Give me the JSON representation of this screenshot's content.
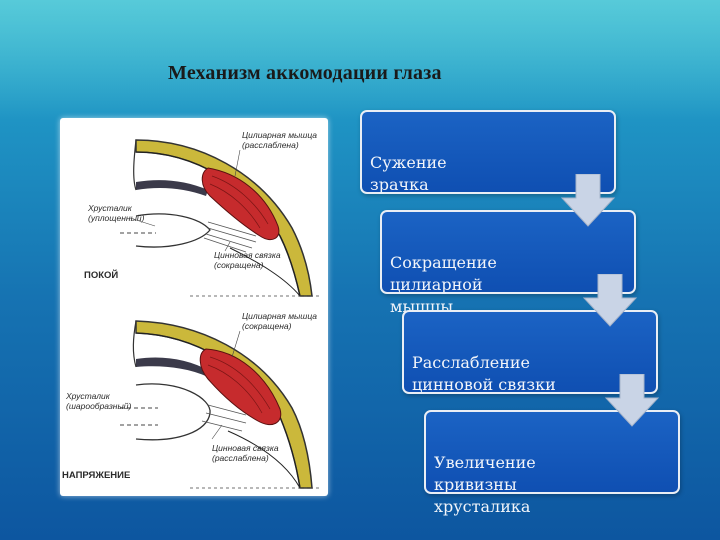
{
  "title": "Механизм аккомодации глаза",
  "figure": {
    "top": {
      "muscle_label": "Цилиарная мышца\n(расслаблена)",
      "lens_label": "Хрусталик\n(уплощенный)",
      "ligament_label": "Цинновая связка\n(сокращена)",
      "state": "ПОКОЙ"
    },
    "bottom": {
      "muscle_label": "Цилиарная мышца\n(сокращена)",
      "lens_label": "Хрусталик\n(шарообразный)",
      "ligament_label": "Цинновая связка\n(расслаблена)",
      "state": "НАПРЯЖЕНИЕ"
    }
  },
  "steps": [
    {
      "text": "Сужение\nзрачка"
    },
    {
      "text": "Сокращение\nцилиарной\nмышцы"
    },
    {
      "text": "Расслабление\nцинновой связки"
    },
    {
      "text": "Увеличение\nкривизны\nхрусталика"
    }
  ],
  "colors": {
    "step_fill": "#1259bd",
    "arrow_fill": "#c7d3e6",
    "muscle": "#c8282b",
    "sclera": "#c9b83a"
  }
}
